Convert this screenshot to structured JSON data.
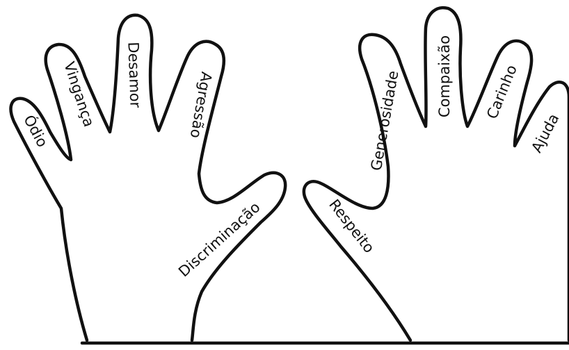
{
  "left_hand": {
    "fingers": [
      "Ódio",
      "Vingança",
      "Desamor",
      "Agressão"
    ],
    "thumb": "Discriminação"
  },
  "right_hand": {
    "thumb": "Respeito",
    "fingers": [
      "Generosidade",
      "Compaixão",
      "Carinho",
      "Ajuda"
    ]
  },
  "colors": {
    "ink": "#111111",
    "paper": "#ffffff"
  }
}
